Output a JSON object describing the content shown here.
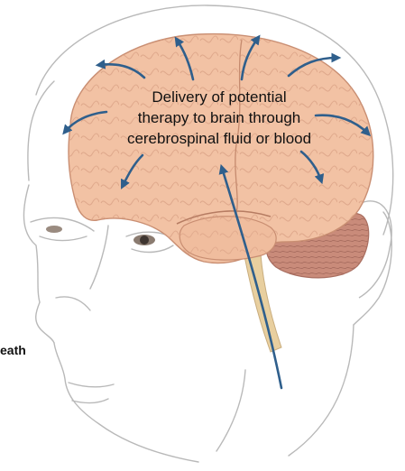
{
  "annotation": {
    "lines": [
      "Delivery of potential",
      "therapy to brain through",
      "cerebrospinal fluid or blood"
    ]
  },
  "side_label": "eath",
  "colors": {
    "brain": "#f2c2a4",
    "brain_outline": "#c98e72",
    "cerebellum": "#c98b7a",
    "brainstem": "#e8cf9f",
    "skin_line": "#b9b9b9",
    "arrow": "#2f5f8c"
  },
  "icons": {
    "arrow": "curved-arrow-icon"
  }
}
